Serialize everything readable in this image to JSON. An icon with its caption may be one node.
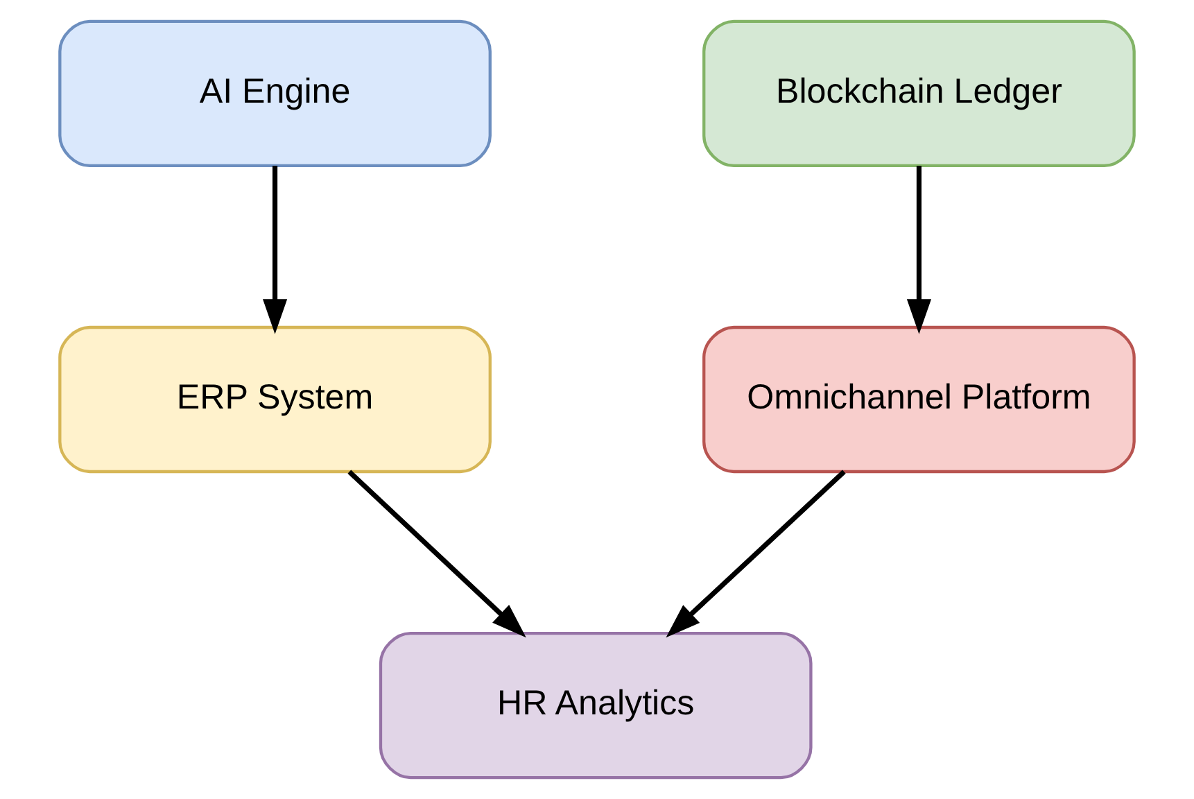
{
  "diagram": {
    "nodes": [
      {
        "text": [
          "AI Engine"
        ]
      },
      {
        "text": [
          "Blockchain Ledger"
        ]
      },
      {
        "text": [
          "ERP System"
        ]
      },
      {
        "text": [
          "Omnichannel Platform"
        ]
      },
      {
        "text": [
          "HR Analytics"
        ]
      }
    ],
    "edges": [
      {
        "from": 0,
        "to": 2,
        "arrow": "to"
      },
      {
        "from": 1,
        "to": 3,
        "arrow": "to"
      },
      {
        "from": 2,
        "to": 4,
        "arrow": "to"
      },
      {
        "from": 3,
        "to": 4,
        "arrow": "to"
      }
    ]
  }
}
